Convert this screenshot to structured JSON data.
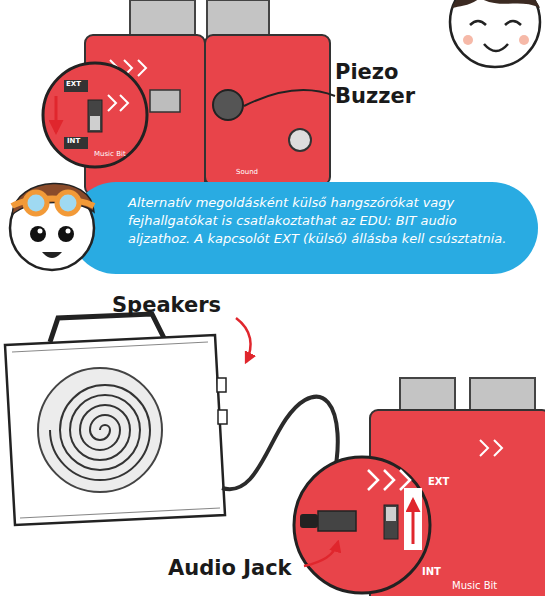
{
  "diagram": {
    "nodes": [
      {
        "text": [
          "Alternatív megoldásként külső hangszórókat vagy fejhallgatókat is csatlakoztathat az EDU: BIT audio aljzathoz. A kapcsolót EXT (külső) állásba kell csúsztatnia."
        ]
      }
    ],
    "labels": [
      "Piezo Buzzer",
      "EXT",
      "INT",
      "Music Bit",
      "Sound",
      "Speakers",
      "EXT",
      "INT",
      "Music Bit",
      "Audio Jack"
    ]
  }
}
